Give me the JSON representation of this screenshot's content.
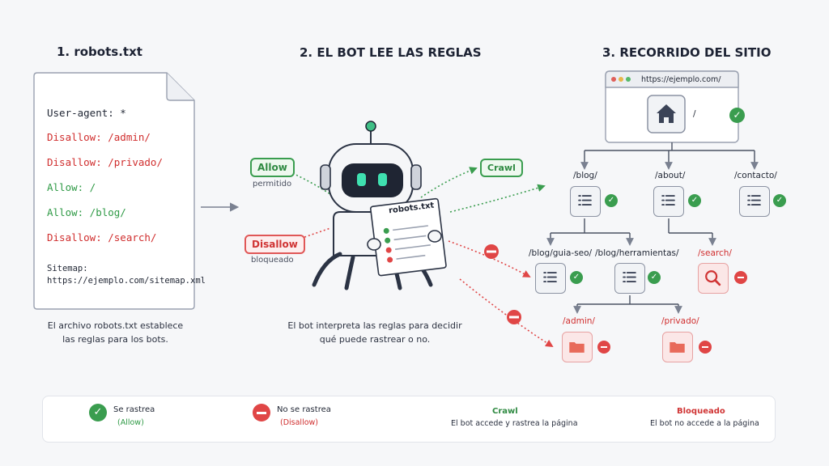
{
  "headings": {
    "step1": "1. robots.txt",
    "step2": "2. EL BOT LEE LAS REGLAS",
    "step3": "3. RECORRIDO DEL SITIO"
  },
  "robots_file": {
    "lines": [
      {
        "text": "User-agent: *",
        "kind": "neutral"
      },
      {
        "text": "Disallow: /admin/",
        "kind": "disallow"
      },
      {
        "text": "Disallow: /privado/",
        "kind": "disallow"
      },
      {
        "text": "Allow: /",
        "kind": "allow"
      },
      {
        "text": "Allow: /blog/",
        "kind": "allow"
      },
      {
        "text": "Disallow: /search/",
        "kind": "disallow"
      }
    ],
    "sitemap_label": "Sitemap:",
    "sitemap_url": "https://ejemplo.com/sitemap.xml",
    "caption_1": "El archivo robots.txt establece",
    "caption_2": "las reglas para los bots."
  },
  "bot": {
    "allow_label": "Allow",
    "allow_sub": "permitido",
    "disallow_label": "Disallow",
    "disallow_sub": "bloqueado",
    "paper_title": "robots.txt",
    "crawl_label": "Crawl",
    "caption_1": "El bot interpreta las reglas para decidir",
    "caption_2": "qué puede rastrear o no."
  },
  "site": {
    "url": "https://ejemplo.com/",
    "root_path": "/",
    "paths": {
      "blog": "/blog/",
      "about": "/about/",
      "contacto": "/contacto/",
      "guia": "/blog/guia-seo/",
      "herramientas": "/blog/herramientas/",
      "search": "/search/",
      "admin": "/admin/",
      "privado": "/privado/"
    }
  },
  "legend": {
    "crawled_title": "Se rastrea",
    "crawled_sub": "(Allow)",
    "blocked_title": "No se rastrea",
    "blocked_sub": "(Disallow)",
    "crawl_title": "Crawl",
    "crawl_sub": "El bot accede y rastrea la página",
    "blocked_arrow_title": "Bloqueado",
    "blocked_arrow_sub": "El bot no accede a la página"
  },
  "colors": {
    "allow_green": "#3a9d4f",
    "disallow_red": "#e04646",
    "arrow_gray": "#7a8191"
  }
}
